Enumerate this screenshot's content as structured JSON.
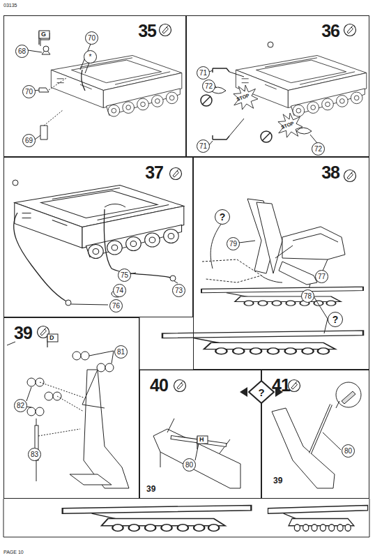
{
  "diagram": {
    "nodes": [
      {
        "text": [
          "35"
        ]
      },
      {
        "text": [
          "68"
        ],
        "in": 0
      },
      {
        "text": [
          "70"
        ],
        "in": 0
      },
      {
        "text": [
          "*"
        ],
        "in": 0
      },
      {
        "text": [
          "70"
        ],
        "in": 0
      },
      {
        "text": [
          "69"
        ],
        "in": 0
      },
      {
        "text": [
          "36"
        ]
      },
      {
        "text": [
          "71"
        ],
        "in": 6
      },
      {
        "text": [
          "72"
        ],
        "in": 6
      },
      {
        "text": [
          "71"
        ],
        "in": 6
      },
      {
        "text": [
          "72"
        ],
        "in": 6
      },
      {
        "text": [
          "37"
        ]
      },
      {
        "text": [
          "75"
        ],
        "in": 11
      },
      {
        "text": [
          "74"
        ],
        "in": 11
      },
      {
        "text": [
          "73"
        ],
        "in": 11
      },
      {
        "text": [
          "76"
        ],
        "in": 11
      },
      {
        "text": [
          "38"
        ]
      },
      {
        "text": [
          "?"
        ],
        "in": 16
      },
      {
        "text": [
          "79"
        ],
        "in": 16
      },
      {
        "text": [
          "77"
        ],
        "in": 16
      },
      {
        "text": [
          "78"
        ],
        "in": 16
      },
      {
        "text": [
          "?"
        ],
        "in": 16
      },
      {
        "text": [
          "39"
        ]
      },
      {
        "text": [
          "81"
        ],
        "in": 22
      },
      {
        "text": [
          "82"
        ],
        "in": 22
      },
      {
        "text": [
          "83"
        ],
        "in": 22
      },
      {
        "text": [
          "40"
        ]
      },
      {
        "text": [
          "80"
        ],
        "in": 26
      },
      {
        "text": [
          "41"
        ]
      },
      {
        "text": [
          "80"
        ],
        "in": 28
      },
      {
        "text": [
          "?"
        ]
      }
    ],
    "edges": [],
    "labels": [
      "03135",
      "G",
      "STOP",
      "STOP",
      "D",
      "H",
      "39",
      "39",
      "PAGE 10"
    ]
  }
}
